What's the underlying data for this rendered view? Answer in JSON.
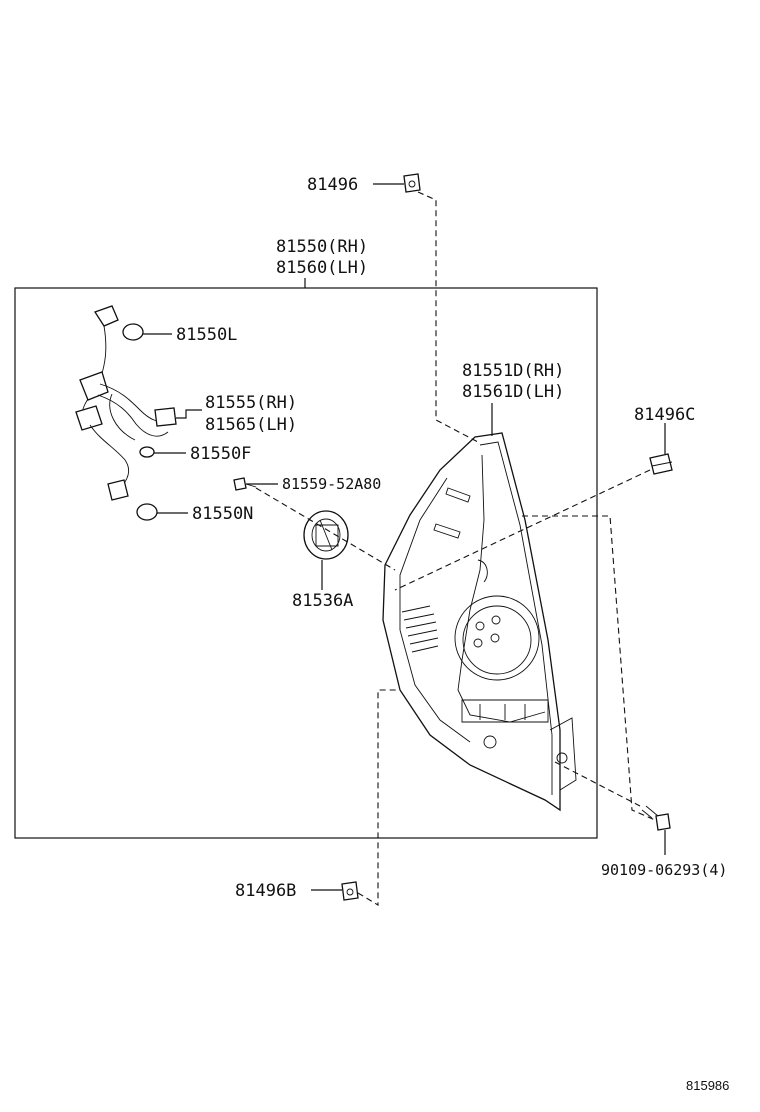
{
  "parts": {
    "clip_top": "81496",
    "assy_rh": "81550(RH)",
    "assy_lh": "81560(LH)",
    "bulb_l": "81550L",
    "socket_rh": "81555(RH)",
    "socket_lh": "81565(LH)",
    "bulb_f": "81550F",
    "screw_small": "81559-52A80",
    "bulb_n": "81550N",
    "socket_cover": "81536A",
    "lens_rh": "81551D(RH)",
    "lens_lh": "81561D(LH)",
    "clip_right": "81496C",
    "screw_bottom": "90109-06293(4)",
    "clip_bottom": "81496B"
  },
  "diagram_ref": "815986"
}
